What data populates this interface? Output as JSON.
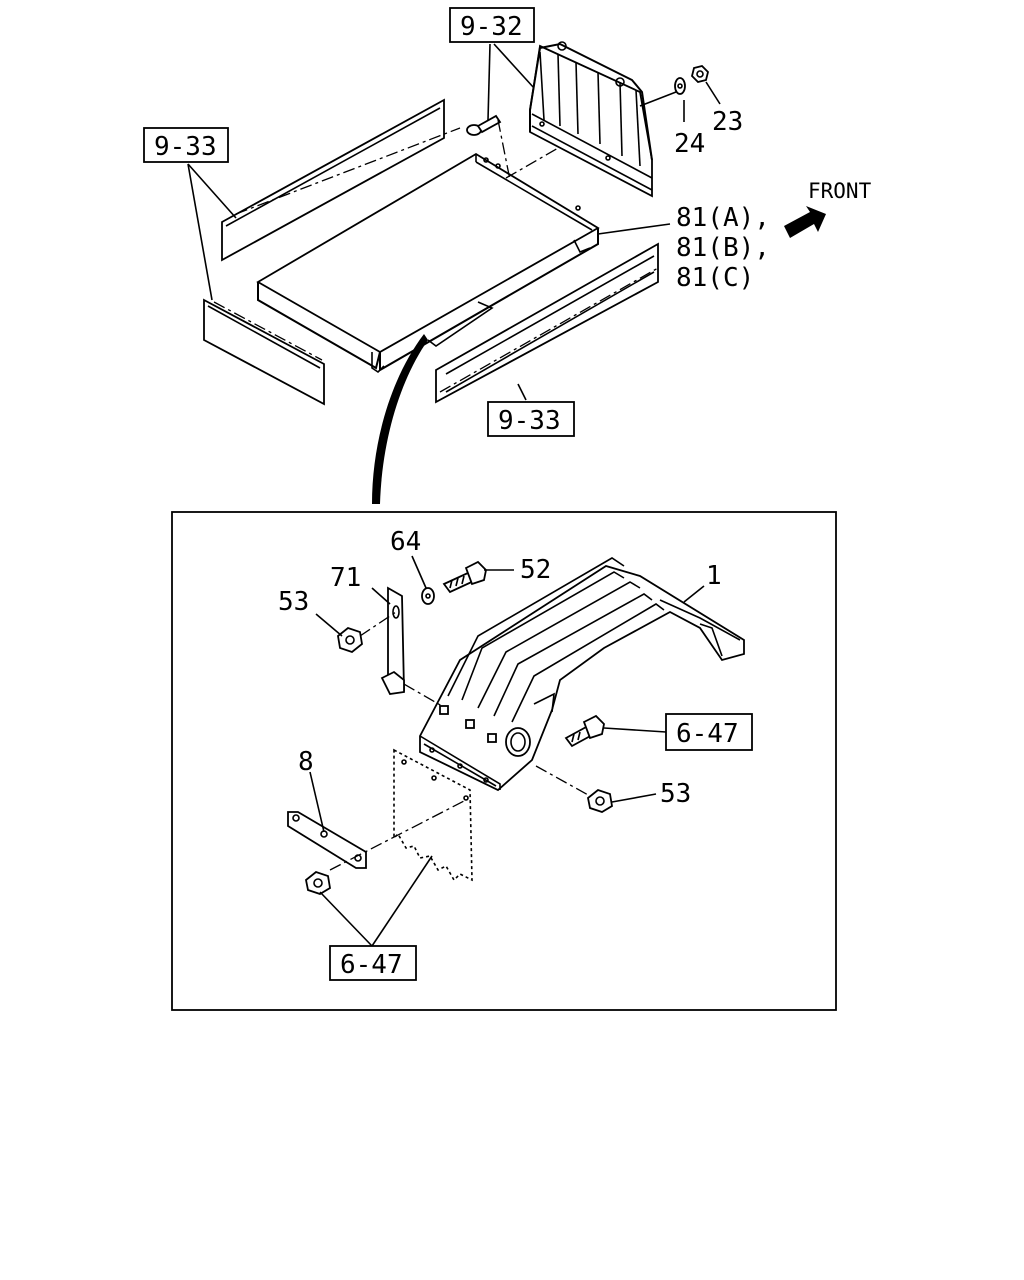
{
  "diagram": {
    "front_label": "FRONT",
    "callouts": {
      "ref_9_32": "9-32",
      "ref_9_33_top": "9-33",
      "ref_9_33_bottom": "9-33",
      "part_23": "23",
      "part_24": "24",
      "part_81a": "81(A),",
      "part_81b": "81(B),",
      "part_81c": "81(C)",
      "part_64": "64",
      "part_52": "52",
      "part_71": "71",
      "part_53_top": "53",
      "part_1": "1",
      "ref_6_47_right": "6-47",
      "part_53_bottom": "53",
      "part_8": "8",
      "ref_6_47_bottom": "6-47"
    }
  }
}
